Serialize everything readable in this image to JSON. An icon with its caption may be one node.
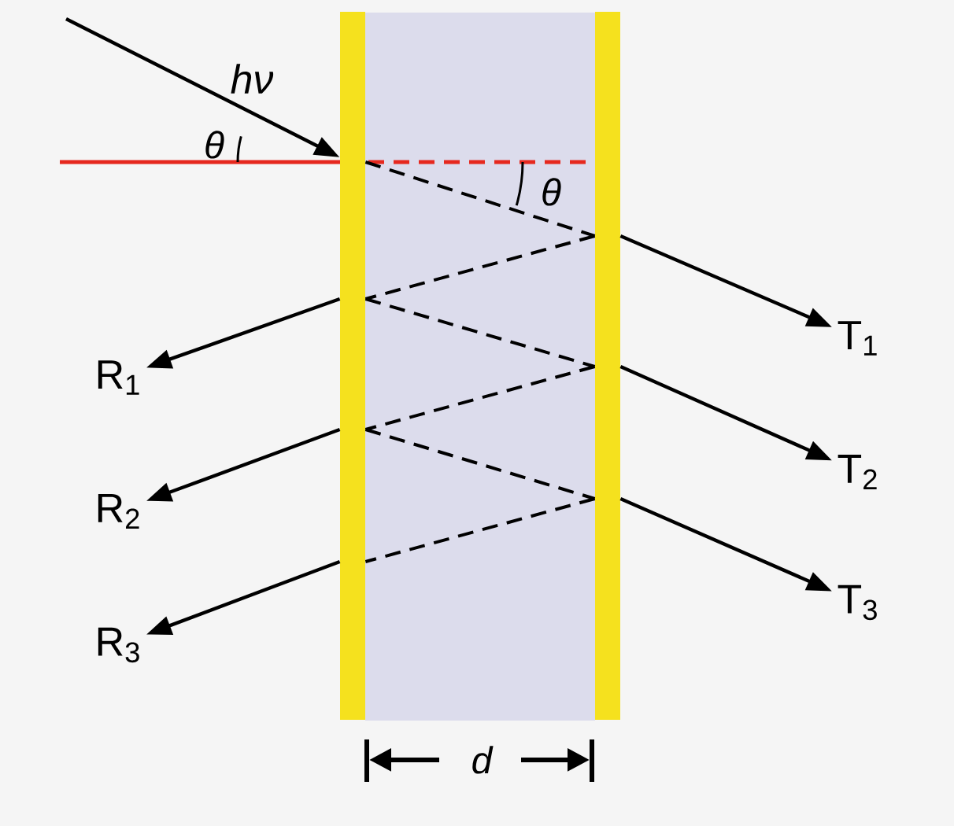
{
  "diagram": {
    "nodes": [
      {
        "text": [],
        "shape": "bar"
      },
      {
        "text": [],
        "shape": "bar"
      },
      {
        "text": [
          "R$_{1}$"
        ]
      },
      {
        "text": [
          "R$_{2}$"
        ]
      },
      {
        "text": [
          "R$_{3}$"
        ]
      },
      {
        "text": [
          "T$_{1}$"
        ]
      },
      {
        "text": [
          "T$_{2}$"
        ]
      },
      {
        "text": [
          "T$_{3}$"
        ]
      }
    ],
    "edges": [
      {
        "from": null,
        "to": 0,
        "arrow": "to",
        "label": "hν"
      },
      {
        "from": 0,
        "to": 1,
        "arrow": "none",
        "style": "dashed"
      },
      {
        "from": 1,
        "to": 0,
        "arrow": "none",
        "style": "dashed"
      },
      {
        "from": 0,
        "to": 1,
        "arrow": "none",
        "style": "dashed"
      },
      {
        "from": 1,
        "to": 0,
        "arrow": "none",
        "style": "dashed"
      },
      {
        "from": 0,
        "to": 1,
        "arrow": "none",
        "style": "dashed"
      },
      {
        "from": 1,
        "to": 0,
        "arrow": "none",
        "style": "dashed"
      },
      {
        "from": 0,
        "to": 2,
        "arrow": "to"
      },
      {
        "from": 0,
        "to": 3,
        "arrow": "to"
      },
      {
        "from": 0,
        "to": 4,
        "arrow": "to"
      },
      {
        "from": 1,
        "to": 5,
        "arrow": "to"
      },
      {
        "from": 1,
        "to": 6,
        "arrow": "to"
      },
      {
        "from": 1,
        "to": 7,
        "arrow": "to"
      }
    ],
    "labels": [
      "θ",
      "θ",
      "d"
    ]
  }
}
